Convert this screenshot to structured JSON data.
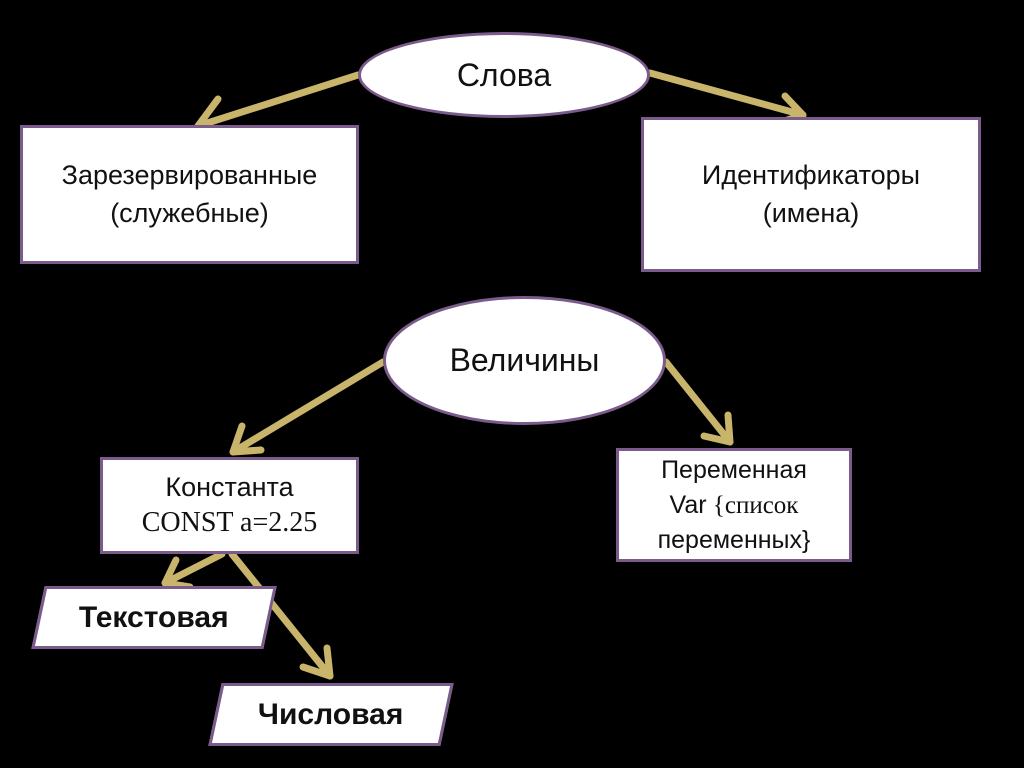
{
  "colors": {
    "background": "#000000",
    "shape_fill": "#ffffff",
    "shape_border": "#7b5a8c",
    "arrow": "#c8b56b",
    "text": "#111111"
  },
  "nodes": {
    "words": {
      "label": "Слова"
    },
    "reserved": {
      "line1": "Зарезервированные",
      "line2": "(служебные)"
    },
    "identifiers": {
      "line1": "Идентификаторы",
      "line2": "(имена)"
    },
    "quantities": {
      "label": "Величины"
    },
    "constant": {
      "line1": "Константа",
      "line2": "CONST   a=2.25"
    },
    "variable": {
      "line1": "Переменная",
      "line2_keyword": "Var",
      "line2_rest": "  {список",
      "line3": "переменных}"
    },
    "text_type": {
      "label": "Текстовая"
    },
    "numeric_type": {
      "label": "Числовая"
    }
  }
}
